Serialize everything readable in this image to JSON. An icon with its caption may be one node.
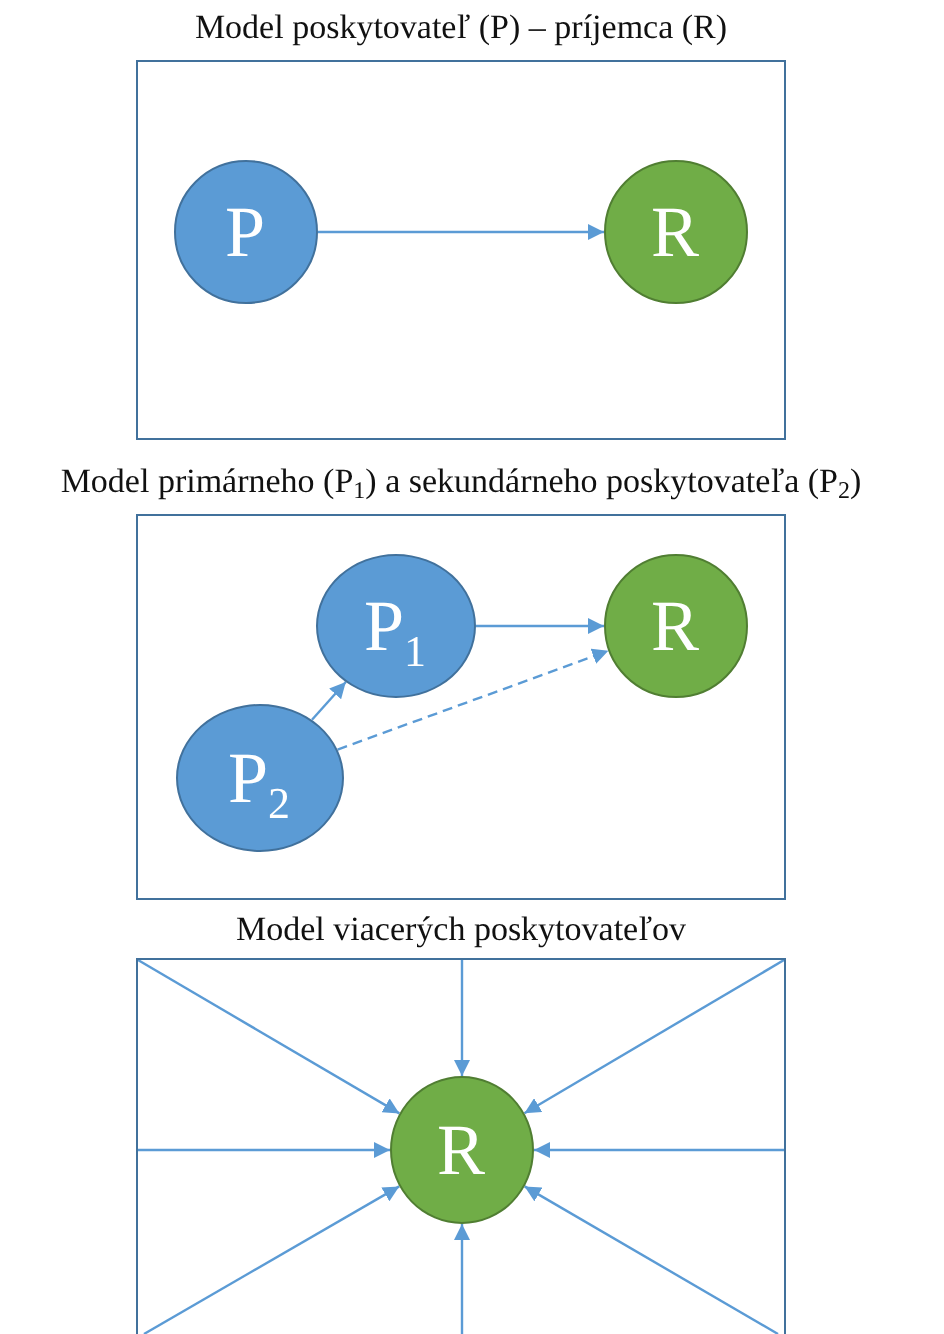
{
  "diagram": {
    "nodes": [
      {
        "text": [
          "Model poskytovateľ (P) – príjemca (R)"
        ]
      },
      {
        "text": [
          "P"
        ],
        "in": 0
      },
      {
        "text": [
          "R"
        ],
        "in": 0
      },
      {
        "text": [
          "Model primárneho (P$_{1}$) a sekundárneho poskytovateľa (P$_{2}$)"
        ]
      },
      {
        "text": [
          "P$_{1}$"
        ],
        "in": 3
      },
      {
        "text": [
          "R"
        ],
        "in": 3
      },
      {
        "text": [
          "P$_{2}$"
        ],
        "in": 3
      },
      {
        "text": [
          "Model viacerých poskytovateľov"
        ]
      },
      {
        "text": [
          "R"
        ],
        "in": 7
      }
    ],
    "edges": [
      {
        "from": 1,
        "to": 2,
        "arrow": "to"
      },
      {
        "from": 4,
        "to": 5,
        "arrow": "to"
      },
      {
        "from": 6,
        "to": 4,
        "arrow": "to"
      },
      {
        "from": 6,
        "to": 5,
        "arrow": "to",
        "style": "dashed"
      },
      {
        "from": null,
        "to": 8,
        "arrow": "to"
      },
      {
        "from": null,
        "to": 8,
        "arrow": "to"
      },
      {
        "from": null,
        "to": 8,
        "arrow": "to"
      },
      {
        "from": null,
        "to": 8,
        "arrow": "to"
      },
      {
        "from": null,
        "to": 8,
        "arrow": "to"
      },
      {
        "from": null,
        "to": 8,
        "arrow": "to"
      },
      {
        "from": null,
        "to": 8,
        "arrow": "to"
      },
      {
        "from": null,
        "to": 8,
        "arrow": "to"
      }
    ]
  }
}
